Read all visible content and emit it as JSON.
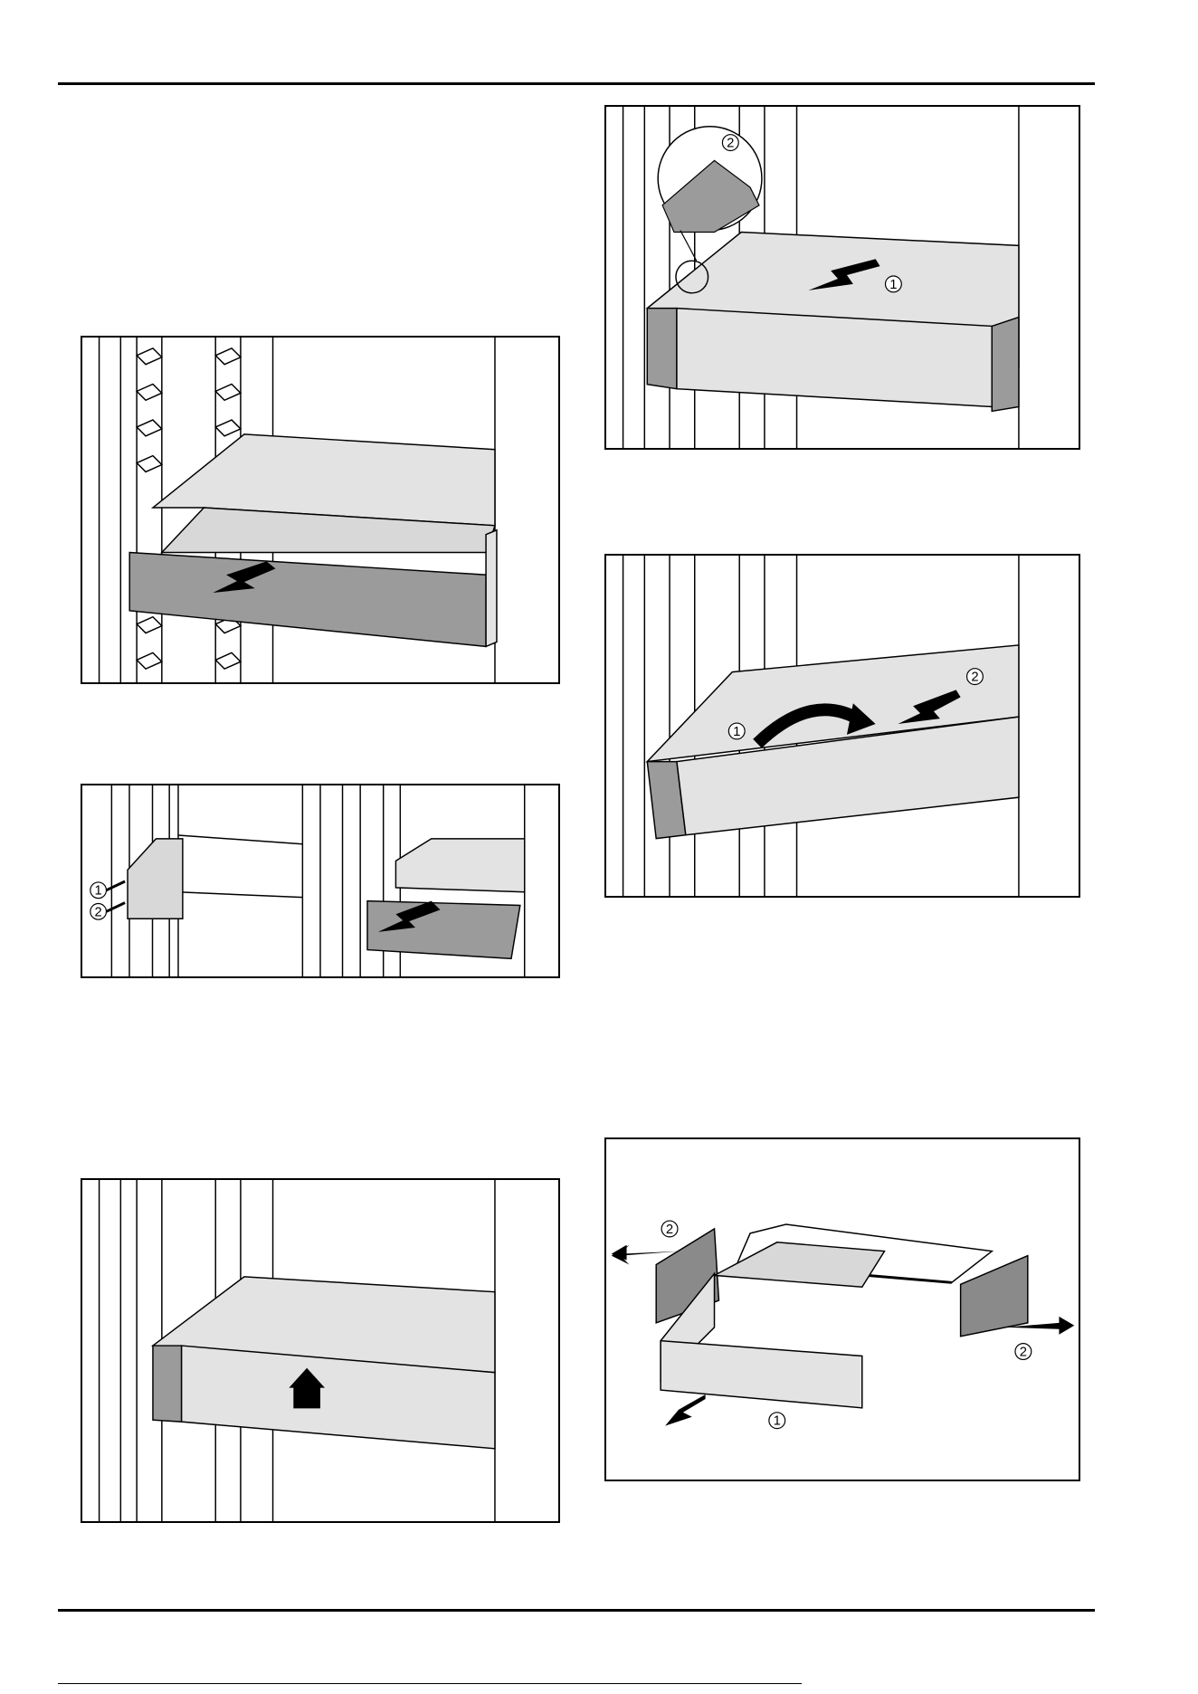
{
  "figures": [
    {
      "id": "fig-drawer-pull-out",
      "callouts": []
    },
    {
      "id": "fig-rail-release-push",
      "callouts": [
        "1",
        "2"
      ]
    },
    {
      "id": "fig-drawer-lift-up",
      "callouts": []
    },
    {
      "id": "fig-drawer-cover-pull",
      "callouts": [
        "2",
        "1"
      ]
    },
    {
      "id": "fig-drawer-tilt",
      "callouts": [
        "2",
        "1"
      ]
    },
    {
      "id": "fig-drawer-disassembly",
      "callouts": [
        "2",
        "2",
        "1"
      ]
    }
  ],
  "colors": {
    "light_gray": "#e3e3e3",
    "mid_gray": "#d8d8d8",
    "dark_gray": "#9b9b9b",
    "darker_gray": "#8a8a8a",
    "line": "#000000"
  }
}
